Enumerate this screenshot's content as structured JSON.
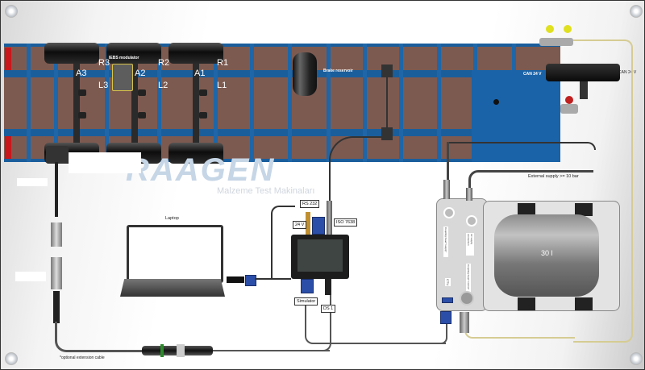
{
  "diagram": {
    "type": "pneumatic brake system training board layout",
    "trailer": {
      "axles": [
        {
          "id": "A1",
          "left": "L1",
          "right": "R1"
        },
        {
          "id": "A2",
          "left": "L2",
          "right": "R2"
        },
        {
          "id": "A3",
          "left": "L3",
          "right": "R3"
        }
      ],
      "modulator_label": "IEBS modulator",
      "reservoir_label": "Brake reservoir",
      "can_front_label": "CAN 24 V",
      "can_rear_label": "CAN 24 V"
    },
    "watermark": {
      "brand": "RAAGEN",
      "tagline": "Malzeme Test Makinaları"
    },
    "laptop": {
      "label": "Laptop"
    },
    "simulator": {
      "label": "Simulator",
      "ports": {
        "rs232": "RS 232",
        "power": "24 V",
        "iso": "ISO 7638",
        "ds": "DS 1"
      }
    },
    "ctu": {
      "label": "CTU",
      "port_labels": [
        "Coupling head \"supply\"",
        "Coupling head \"control\"",
        "Air supply connection"
      ]
    },
    "tank": {
      "volume": "30 l"
    },
    "external_supply": "External supply >= 10 bar",
    "extension_cable": "*optional extension cable"
  }
}
